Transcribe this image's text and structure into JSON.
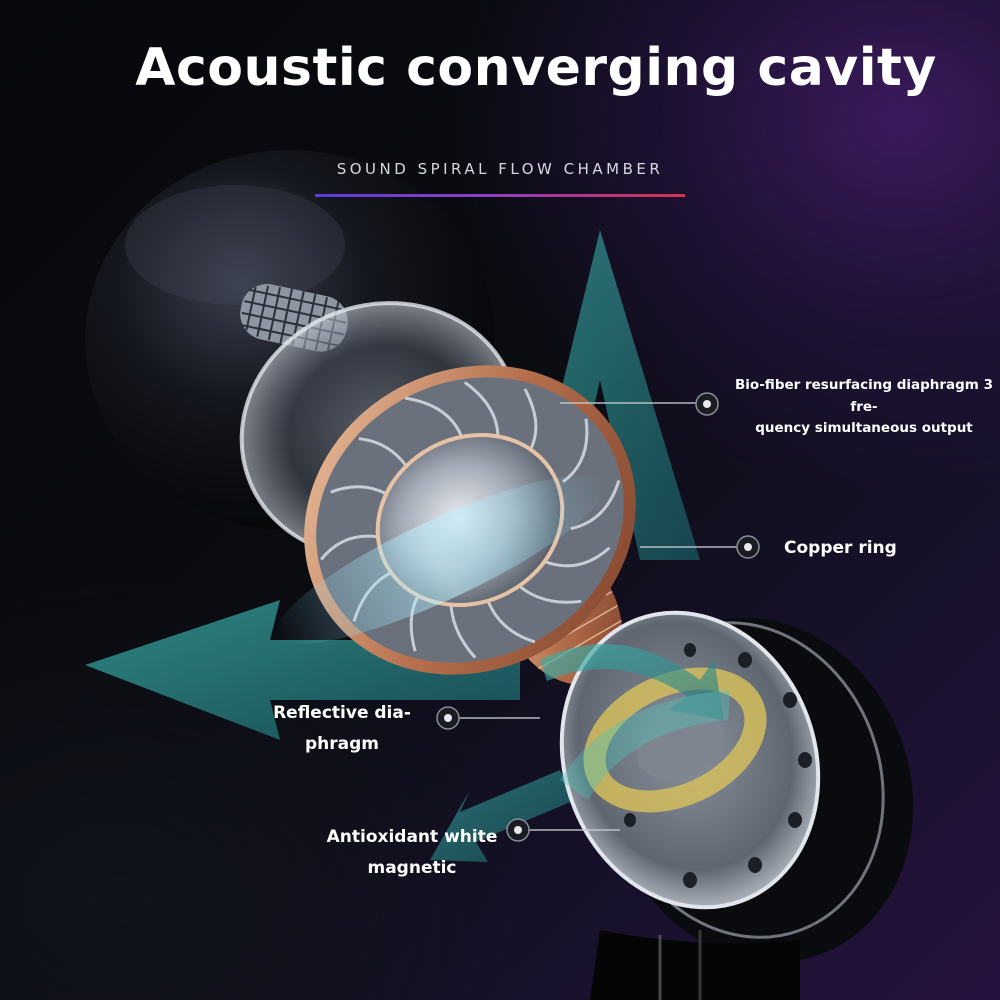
{
  "header": {
    "title": "Acoustic converging cavity",
    "subtitle": "SOUND SPIRAL FLOW CHAMBER"
  },
  "callouts": [
    {
      "id": "bio-fiber",
      "lines": [
        "Bio-fiber resurfacing diaphragm 3 fre-",
        "quency simultaneous output"
      ]
    },
    {
      "id": "copper-ring",
      "lines": [
        "Copper ring"
      ]
    },
    {
      "id": "reflective",
      "lines": [
        "Reflective dia-",
        "phragm"
      ]
    },
    {
      "id": "antioxidant",
      "lines": [
        "Antioxidant white",
        "magnetic"
      ]
    }
  ],
  "colors": {
    "title": "#ffffff",
    "accent_start": "#5b3bd8",
    "accent_end": "#d8304c",
    "arrow_teal": "#2fa8a4",
    "copper": "#c98a66"
  }
}
